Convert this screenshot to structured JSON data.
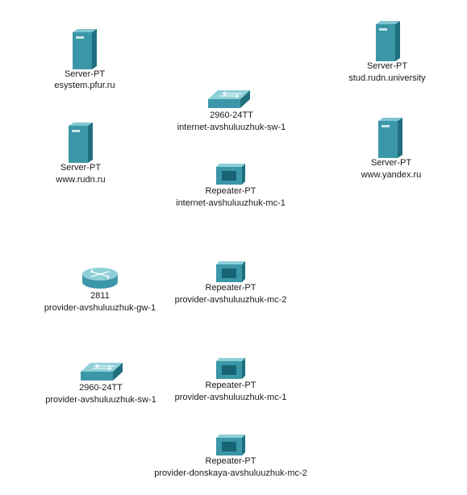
{
  "devices": [
    {
      "id": "srv-esystem",
      "type": "server",
      "model": "Server-PT",
      "name": "esystem.pfur.ru"
    },
    {
      "id": "srv-stud",
      "type": "server",
      "model": "Server-PT",
      "name": "stud.rudn.university"
    },
    {
      "id": "sw-internet",
      "type": "switch",
      "model": "2960-24TT",
      "name": "internet-avshuluuzhuk-sw-1"
    },
    {
      "id": "srv-rudn",
      "type": "server",
      "model": "Server-PT",
      "name": "www.rudn.ru"
    },
    {
      "id": "srv-yandex",
      "type": "server",
      "model": "Server-PT",
      "name": "www.yandex.ru"
    },
    {
      "id": "mc-internet",
      "type": "repeater",
      "model": "Repeater-PT",
      "name": "internet-avshuluuzhuk-mc-1"
    },
    {
      "id": "gw-provider",
      "type": "router",
      "model": "2811",
      "name": "provider-avshuluuzhuk-gw-1"
    },
    {
      "id": "mc-provider-2",
      "type": "repeater",
      "model": "Repeater-PT",
      "name": "provider-avshuluuzhuk-mc-2"
    },
    {
      "id": "sw-provider",
      "type": "switch",
      "model": "2960-24TT",
      "name": "provider-avshuluuzhuk-sw-1"
    },
    {
      "id": "mc-provider-1",
      "type": "repeater",
      "model": "Repeater-PT",
      "name": "provider-avshuluuzhuk-mc-1"
    },
    {
      "id": "mc-donskaya",
      "type": "repeater",
      "model": "Repeater-PT",
      "name": "provider-donskaya-avshuluuzhuk-mc-2"
    }
  ]
}
